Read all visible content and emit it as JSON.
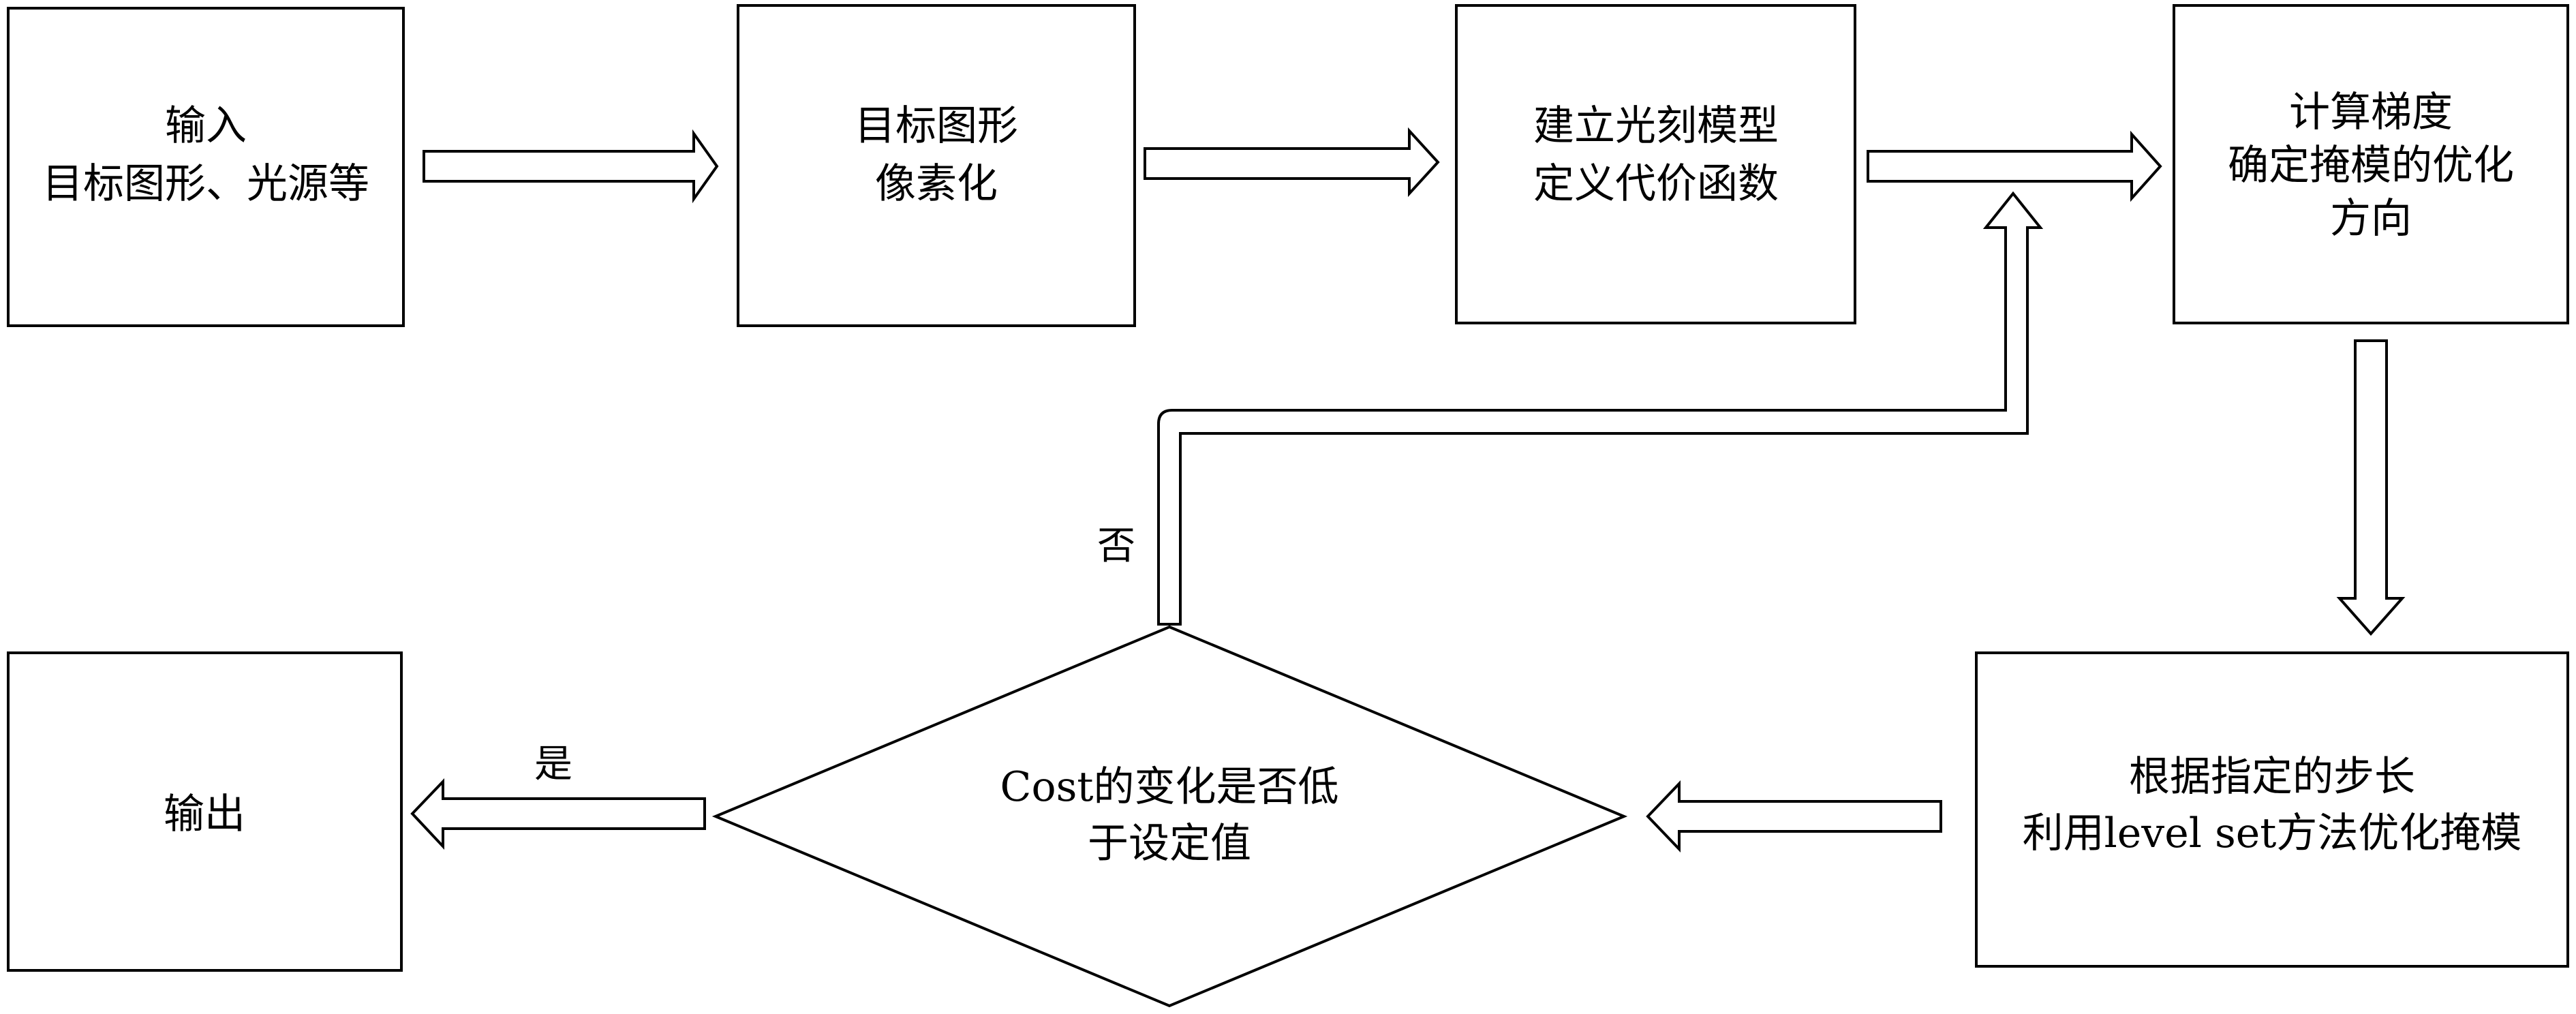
{
  "nodes": {
    "input": {
      "lines": [
        "输入",
        "目标图形、光源等"
      ]
    },
    "pixelize": {
      "lines": [
        "目标图形",
        "像素化"
      ]
    },
    "model": {
      "lines": [
        "建立光刻模型",
        "定义代价函数"
      ]
    },
    "gradient": {
      "lines": [
        "计算梯度",
        "确定掩模的优化",
        "方向"
      ]
    },
    "levelset": {
      "lines": [
        "根据指定的步长",
        "利用level set方法优化掩模"
      ]
    },
    "decision": {
      "lines": [
        "Cost的变化是否低",
        "于设定值"
      ]
    },
    "output": {
      "lines": [
        "输出"
      ]
    }
  },
  "edge_labels": {
    "no": "否",
    "yes": "是"
  },
  "colors": {
    "stroke": "#000000",
    "fill": "#ffffff"
  }
}
